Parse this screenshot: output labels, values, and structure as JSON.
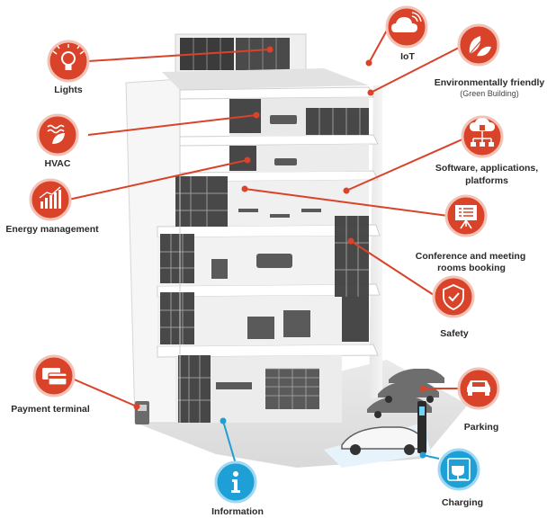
{
  "labels": {
    "lights": "Lights",
    "hvac": "HVAC",
    "energy": "Energy management",
    "payment": "Payment terminal",
    "iot": "IoT",
    "eco": "Environmentally friendly",
    "eco_sub": "(Green Building)",
    "software_1": "Software, applications,",
    "software_2": "platforms",
    "conference_1": "Conference and meeting",
    "conference_2": "rooms booking",
    "safety": "Safety",
    "parking": "Parking",
    "charging": "Charging",
    "information": "Information"
  },
  "colors": {
    "accent": "#d8432a",
    "accent_ring": "#e9a08f",
    "blue": "#1e9fd6",
    "blue_ring": "#8fd0ee",
    "building": "#f3f3f3",
    "glass": "#3a3a3a"
  },
  "icons": [
    "lightbulb-icon",
    "hvac-icon",
    "energy-chart-icon",
    "payment-card-icon",
    "cloud-wifi-icon",
    "leaves-icon",
    "network-chip-icon",
    "presentation-board-icon",
    "shield-icon",
    "car-icon",
    "ev-plug-icon",
    "info-icon"
  ]
}
